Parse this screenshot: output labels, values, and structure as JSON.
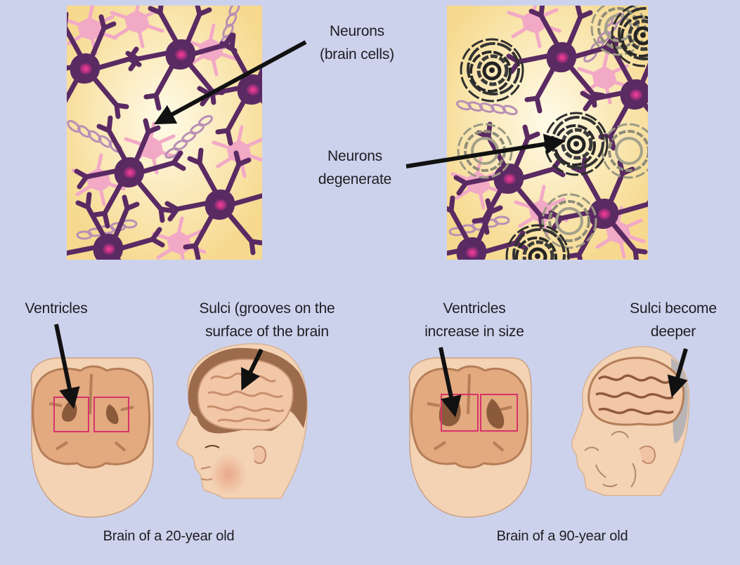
{
  "colors": {
    "background": "#cdd2ec",
    "panel_cream": "#fbe7b5",
    "neuron_purple": "#5a2a63",
    "neuron_nucleus": "#e0317e",
    "pink_cells": "#f2a9c6",
    "plaque": "#2e2e2e",
    "head_skin": "#f4d2b4",
    "brain_tissue": "#e3a97f",
    "ventricle": "#8a5a3a",
    "highlight_box": "#d6336c",
    "arrow": "#111111"
  },
  "top": {
    "neurons_label_line1": "Neurons",
    "neurons_label_line2": "(brain cells)",
    "degenerate_label_line1": "Neurons",
    "degenerate_label_line2": "degenerate"
  },
  "young": {
    "ventricles_label": "Ventricles",
    "sulci_label_line1": "Sulci (grooves on the",
    "sulci_label_line2": "surface of the brain",
    "caption": "Brain of a 20-year old"
  },
  "old": {
    "ventricles_label_line1": "Ventricles",
    "ventricles_label_line2": "increase in size",
    "sulci_label_line1": "Sulci become",
    "sulci_label_line2": "deeper",
    "caption": "Brain of a 90-year old"
  },
  "icons": {
    "healthy_panel": "healthy-neuron-tissue-icon",
    "degenerated_panel": "degenerated-neuron-tissue-icon",
    "young_section": "young-brain-cross-section-icon",
    "young_head": "young-head-profile-icon",
    "old_section": "old-brain-cross-section-icon",
    "old_head": "old-head-profile-icon"
  }
}
